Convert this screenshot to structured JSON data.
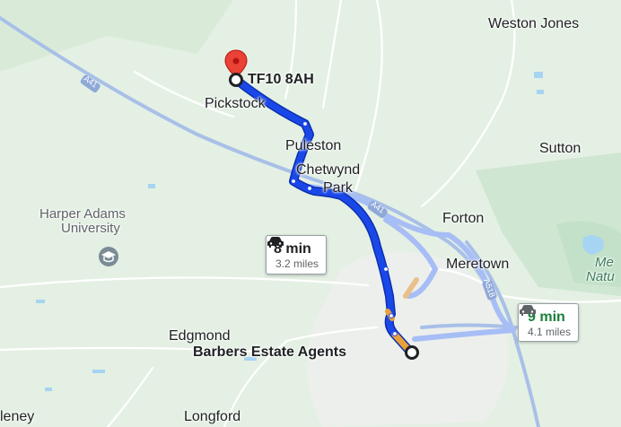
{
  "places": {
    "weston_jones": "Weston Jones",
    "pickstock": "Pickstock",
    "puleston": "Puleston",
    "sutton": "Sutton",
    "chetwynd_park": [
      "Chetwynd",
      "Park"
    ],
    "harper_adams": [
      "Harper Adams",
      "University"
    ],
    "forton": "Forton",
    "meretown": "Meretown",
    "edgmond": "Edgmond",
    "longford": "Longford",
    "deney": "leney",
    "nature_partial": [
      "Me",
      "Natu"
    ]
  },
  "markers": {
    "destination": "TF10 8AH",
    "origin": "Barbers Estate Agents"
  },
  "roads": {
    "a41": "A41",
    "a41b": "A41",
    "a518": "A518"
  },
  "routes": {
    "primary": {
      "time": "8 min",
      "distance": "3.2 miles"
    },
    "alternate": {
      "time": "9 min",
      "distance": "4.1 miles"
    }
  },
  "colors": {
    "land": "#e4f0e3",
    "route_primary": "#1a48e8",
    "route_alternate": "#a7bdf5",
    "traffic_slow": "#e8a13a",
    "road": "#ffffff",
    "major_road": "#a8c0e8",
    "water": "#a6d4f2",
    "pin": "#ea4335"
  }
}
